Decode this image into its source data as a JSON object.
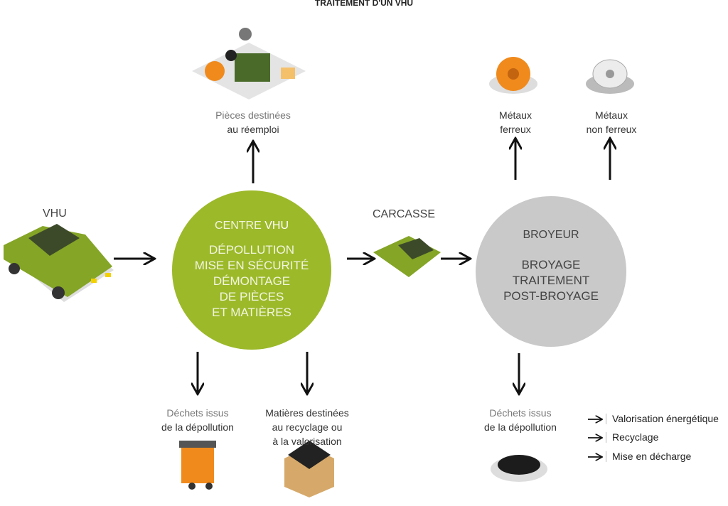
{
  "title": "TRAITEMENT D'UN VHU",
  "vhu_label": "VHU",
  "carcasse_label": "CARCASSE",
  "centre": {
    "title_a": "CENTRE ",
    "title_b": "VHU",
    "lines": [
      "DÉPOLLUTION",
      "MISE EN SÉCURITÉ",
      "DÉMONTAGE",
      "DE PIÈCES",
      "ET MATIÈRES"
    ]
  },
  "broyeur": {
    "title": "BROYEUR",
    "lines": [
      "BROYAGE",
      "TRAITEMENT",
      "POST-BROYAGE"
    ]
  },
  "outputs": {
    "pieces": [
      "Pièces destinées",
      "au réemploi"
    ],
    "metaux_ferreux": [
      "Métaux",
      "ferreux"
    ],
    "metaux_non_ferreux": [
      "Métaux",
      "non ferreux"
    ],
    "dechets_centre": [
      "Déchets issus",
      "de la dépollution"
    ],
    "matieres": [
      "Matières destinées",
      "au recyclage ou",
      "à la valorisation"
    ],
    "dechets_broyeur": [
      "Déchets issus",
      "de la dépollution"
    ]
  },
  "legend": [
    "Valorisation énergétique",
    "Recyclage",
    "Mise en décharge"
  ],
  "colors": {
    "green": "#9cb92a",
    "gray": "#c9c9c9",
    "orange": "#f08a1c"
  }
}
